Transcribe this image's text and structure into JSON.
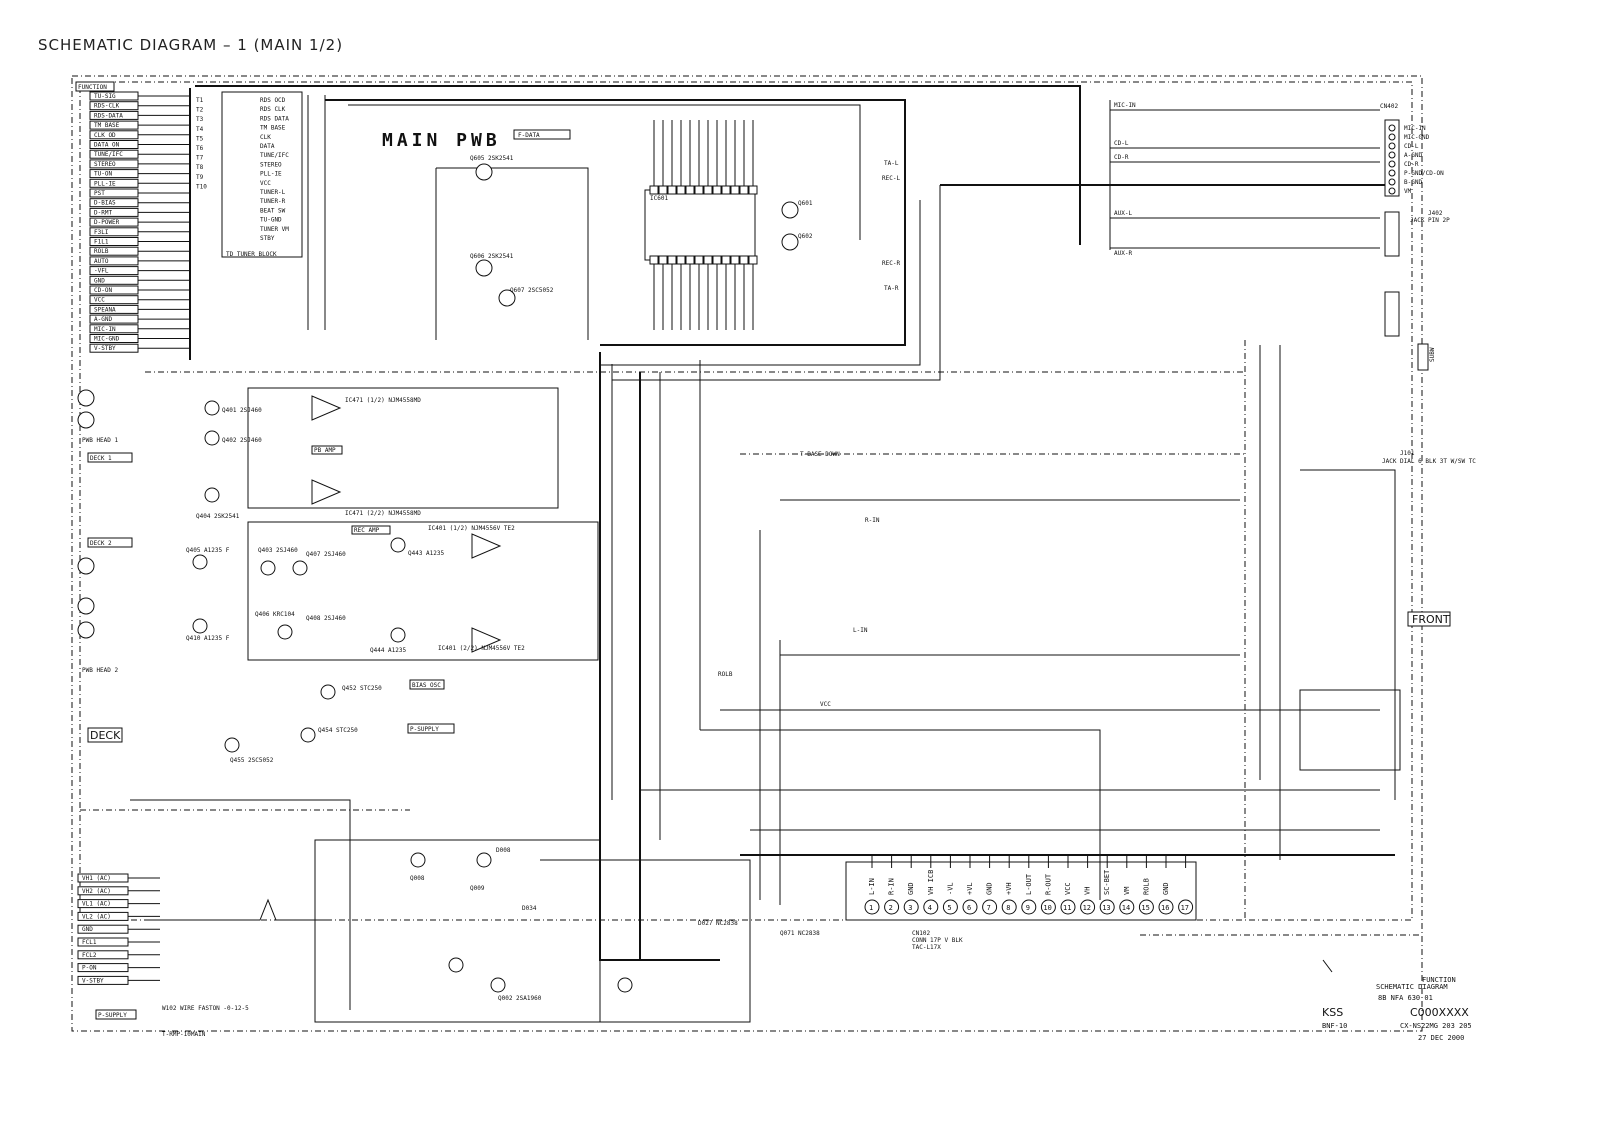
{
  "title": "SCHEMATIC DIAGRAM – 1 (MAIN 1/2)",
  "sections": {
    "function": "FUNCTION",
    "main_pwb": "MAIN PWB",
    "front": "FRONT",
    "deck": "DECK",
    "deck1": "DECK 1",
    "deck2": "DECK 2",
    "p_supply": "P-SUPPLY",
    "p_supply_bottom": "P-SUPPLY",
    "td_tuner_block": "TD TUNER BLOCK",
    "bias_osc": "BIAS OSC",
    "rec_amp": "REC AMP",
    "pb_amp": "PB AMP",
    "pwb_head1": "PWB HEAD 1",
    "pwb_head2": "PWB HEAD 2"
  },
  "left_signals": [
    "TU-SIG",
    "RDS-CLK",
    "RDS-DATA",
    "TM BASE",
    "CLK OD",
    "DATA ON",
    "TUNE/IFC",
    "STEREO",
    "TU-ON",
    "PLL-IE",
    "PST",
    "D-BIAS",
    "D-RMT",
    "D-POWER",
    "F3LI",
    "F1L1",
    "ROLB",
    "AUTO",
    "-VFL",
    "GND",
    "CD-ON",
    "VCC",
    "SPEANA",
    "A-GND",
    "MIC-IN",
    "MIC-GND",
    "V-STBY"
  ],
  "tuner_pins": [
    "T1",
    "T2",
    "T3",
    "T4",
    "T5",
    "T6",
    "T7",
    "T8",
    "T9",
    "T10"
  ],
  "tuner_signals": [
    "RDS OCD",
    "RDS CLK",
    "RDS DATA",
    "TM BASE",
    "CLK",
    "DATA",
    "TUNE/IFC",
    "STEREO",
    "PLL-IE",
    "VCC",
    "TUNER-L",
    "TUNER-R",
    "BEAT SW",
    "TU-GND",
    "TUNER VM",
    "STBY"
  ],
  "ic_labels": {
    "ic_main": "IC601",
    "ic_pb": "IC471 (1/2) NJM4558MD",
    "ic_pb2": "IC471 (2/2) NJM4558MD",
    "ic_rec": "IC401 (1/2) NJM4556V TE2",
    "ic_rec2": "IC401 (2/2) NJM4556V TE2"
  },
  "transistors": [
    "Q605 2SK2541",
    "Q606 2SK2541",
    "Q607 2SC5052",
    "Q601",
    "Q602",
    "Q401 2SJ460",
    "Q402 2SJ460",
    "Q403 2SJ460",
    "Q404 2SK2541",
    "Q405 A1235 F",
    "Q406 KRC104",
    "Q407 2SJ460",
    "Q408 2SJ460",
    "Q410 A1235 F",
    "Q443 A1235",
    "Q444 A1235",
    "Q452 STC250",
    "Q454 STC250",
    "Q455 2SC5052"
  ],
  "aux_labels": [
    "MIC-IN",
    "CD-L",
    "CD-R",
    "AUX-L",
    "AUX-R",
    "REC-L",
    "REC-R",
    "TA-L",
    "TA-R",
    "CD-ON",
    "F-DATA",
    "R-IN",
    "L-IN",
    "VCC",
    "VH",
    "ROLB",
    "T-BASE DOWN"
  ],
  "right_connector": {
    "name": "CN402",
    "pins": [
      "MIC-IN",
      "MIC-GND",
      "CD-L",
      "A-GND",
      "CD-R",
      "P-GND/CD-ON",
      "B-GND",
      "VM"
    ],
    "jack_aux": "JACK PIN 2P",
    "jack_aux_ref": "J402",
    "jack_phone": "JACK DIAL 6 BLK 3T W/SW TC",
    "jack_phone_ref": "J101",
    "subw": "SUBW"
  },
  "bottom_left_signals": [
    "VH1 (AC)",
    "VH2 (AC)",
    "VL1 (AC)",
    "VL2 (AC)",
    "GND",
    "FCL1",
    "FCL2",
    "P-ON",
    "V-STBY"
  ],
  "bottom_connector": {
    "pins": [
      {
        "num": "1",
        "label": "L-IN"
      },
      {
        "num": "2",
        "label": "R-IN"
      },
      {
        "num": "3",
        "label": "GND"
      },
      {
        "num": "4",
        "label": "VH ICB"
      },
      {
        "num": "5",
        "label": "-VL"
      },
      {
        "num": "6",
        "label": "+VL"
      },
      {
        "num": "7",
        "label": "GND"
      },
      {
        "num": "8",
        "label": "+VH"
      },
      {
        "num": "9",
        "label": "L-OUT"
      },
      {
        "num": "10",
        "label": "R-OUT"
      },
      {
        "num": "11",
        "label": "VCC"
      },
      {
        "num": "12",
        "label": "VH"
      },
      {
        "num": "13",
        "label": "SC-BET"
      },
      {
        "num": "14",
        "label": "VM"
      },
      {
        "num": "15",
        "label": "ROLB"
      },
      {
        "num": "16",
        "label": "GND"
      },
      {
        "num": "17",
        "label": ""
      }
    ],
    "ref": "CN102",
    "part": "CONN 17P V BLK",
    "type": "TAC-L17X"
  },
  "power_parts": [
    "D008",
    "Q008",
    "Q009",
    "Q002 2SA1960",
    "D034",
    "D027 NC2838",
    "Q071 NC2838",
    "W102 WIRE FASTON -0-12-5",
    "T-RMP-10MAIN"
  ],
  "title_block": {
    "line1": "FUNCTION",
    "line2": "SCHEMATIC DIAGRAM",
    "line3": "8B NFA 630 01",
    "company": "KSS",
    "code": "C000XXXX",
    "sheet": "BNF-10",
    "model": "CX-NS22MG 203 205",
    "date": "27 DEC 2000"
  }
}
